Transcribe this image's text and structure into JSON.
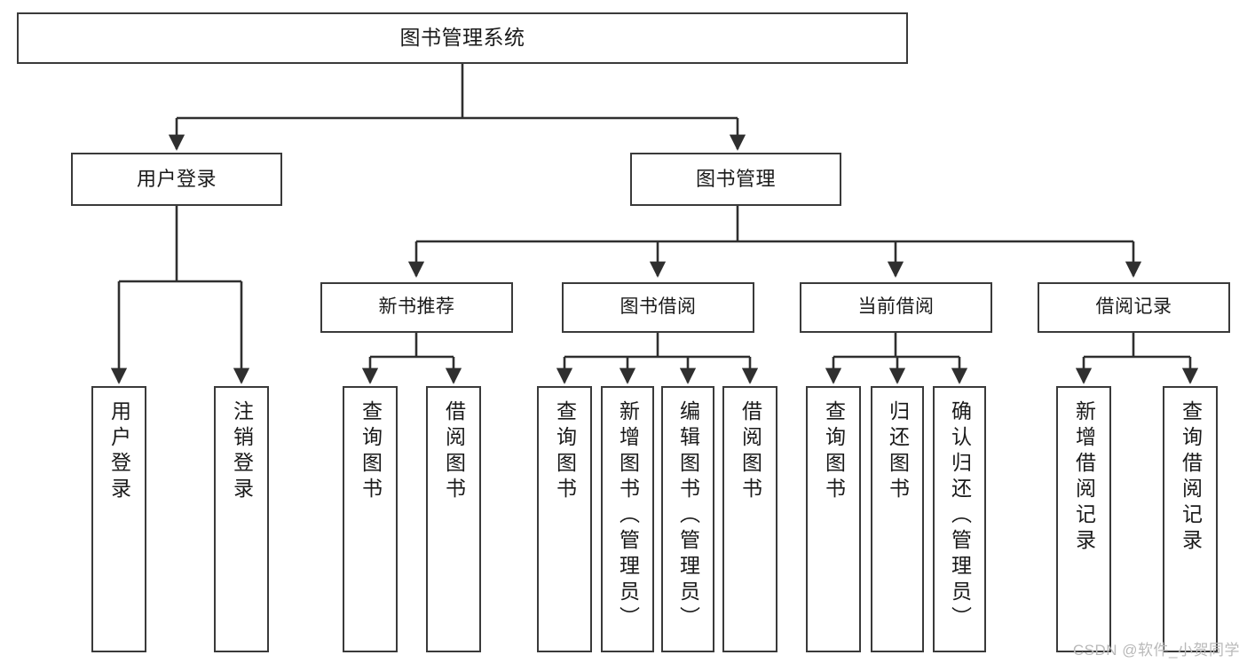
{
  "diagram": {
    "title": "图书管理系统",
    "type": "hierarchy-tree",
    "watermark": "CSDN @软件_小贺同学",
    "colors": {
      "background": "#ffffff",
      "box_border": "#3a3a3a",
      "box_fill": "#ffffff",
      "connector": "#2f2f2f",
      "text": "#1a1a1a",
      "watermark": "#b9b9b9"
    },
    "root": {
      "id": "root",
      "label": "图书管理系统"
    },
    "level1": [
      {
        "id": "user-login",
        "label": "用户登录"
      },
      {
        "id": "book-management",
        "label": "图书管理"
      }
    ],
    "level2": [
      {
        "id": "new-book-recommend",
        "label": "新书推荐"
      },
      {
        "id": "book-borrow",
        "label": "图书借阅"
      },
      {
        "id": "current-borrow",
        "label": "当前借阅"
      },
      {
        "id": "borrow-record",
        "label": "借阅记录"
      }
    ],
    "leaves": [
      {
        "id": "leaf-user-login",
        "parent": "user-login",
        "label": "用户登录"
      },
      {
        "id": "leaf-logout",
        "parent": "user-login",
        "label": "注销登录"
      },
      {
        "id": "leaf-query-book-1",
        "parent": "new-book-recommend",
        "label": "查询图书"
      },
      {
        "id": "leaf-borrow-book-1",
        "parent": "new-book-recommend",
        "label": "借阅图书"
      },
      {
        "id": "leaf-query-book-2",
        "parent": "book-borrow",
        "label": "查询图书"
      },
      {
        "id": "leaf-add-book",
        "parent": "book-borrow",
        "label": "新增图书（管理员）"
      },
      {
        "id": "leaf-edit-book",
        "parent": "book-borrow",
        "label": "编辑图书（管理员）"
      },
      {
        "id": "leaf-borrow-book-2",
        "parent": "book-borrow",
        "label": "借阅图书"
      },
      {
        "id": "leaf-query-book-3",
        "parent": "current-borrow",
        "label": "查询图书"
      },
      {
        "id": "leaf-return-book",
        "parent": "current-borrow",
        "label": "归还图书"
      },
      {
        "id": "leaf-confirm-return",
        "parent": "current-borrow",
        "label": "确认归还（管理员）"
      },
      {
        "id": "leaf-add-record",
        "parent": "borrow-record",
        "label": "新增借阅记录"
      },
      {
        "id": "leaf-query-record",
        "parent": "borrow-record",
        "label": "查询借阅记录"
      }
    ]
  }
}
